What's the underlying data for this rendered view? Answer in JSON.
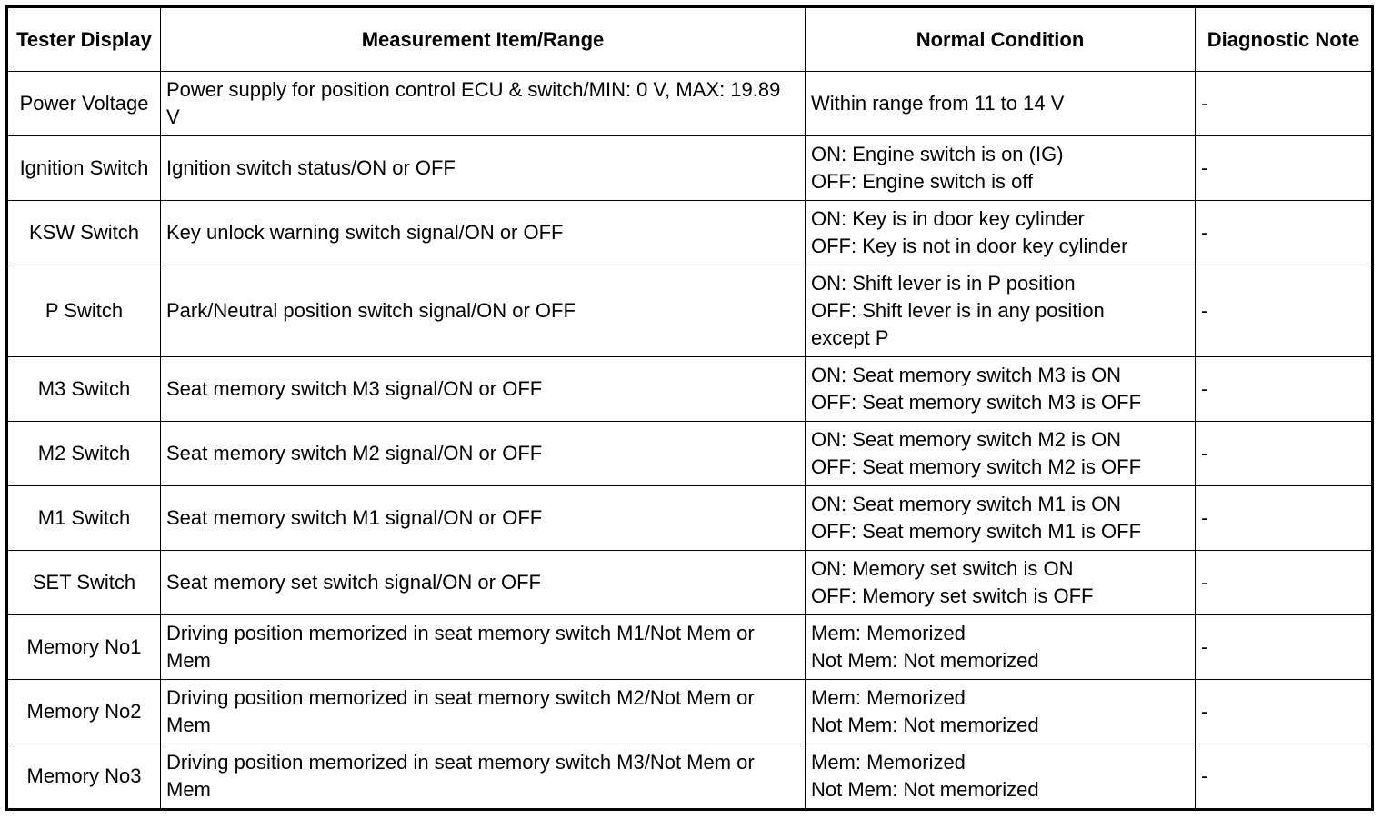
{
  "table": {
    "headers": {
      "tester_display": "Tester Display",
      "measurement": "Measurement Item/Range",
      "normal_condition": "Normal Condition",
      "diagnostic_note": "Diagnostic Note"
    },
    "rows": [
      {
        "display": "Power Voltage",
        "measurement": "Power supply for position control ECU & switch/MIN: 0 V, MAX: 19.89 V",
        "condition": [
          "Within range from 11 to 14 V"
        ],
        "note": "-"
      },
      {
        "display": "Ignition Switch",
        "measurement": "Ignition switch status/ON or OFF",
        "condition": [
          "ON: Engine switch is on (IG)",
          "OFF: Engine switch is off"
        ],
        "note": "-"
      },
      {
        "display": "KSW Switch",
        "measurement": "Key unlock warning switch signal/ON or OFF",
        "condition": [
          "ON: Key is in door key cylinder",
          "OFF: Key is not in door key cylinder"
        ],
        "note": "-"
      },
      {
        "display": "P Switch",
        "measurement": "Park/Neutral position switch signal/ON or OFF",
        "condition": [
          "ON: Shift lever is in P position",
          "OFF: Shift lever is in any position",
          "except P"
        ],
        "note": "-"
      },
      {
        "display": "M3 Switch",
        "measurement": "Seat memory switch M3 signal/ON or OFF",
        "condition": [
          "ON: Seat memory switch M3 is ON",
          "OFF: Seat memory switch M3 is OFF"
        ],
        "note": "-"
      },
      {
        "display": "M2 Switch",
        "measurement": "Seat memory switch M2 signal/ON or OFF",
        "condition": [
          "ON: Seat memory switch M2 is ON",
          "OFF: Seat memory switch M2 is OFF"
        ],
        "note": "-"
      },
      {
        "display": "M1 Switch",
        "measurement": "Seat memory switch M1 signal/ON or OFF",
        "condition": [
          "ON: Seat memory switch M1 is ON",
          "OFF: Seat memory switch M1 is OFF"
        ],
        "note": "-"
      },
      {
        "display": "SET Switch",
        "measurement": "Seat memory set switch signal/ON or OFF",
        "condition": [
          "ON: Memory set switch is ON",
          "OFF: Memory set switch is OFF"
        ],
        "note": "-"
      },
      {
        "display": "Memory No1",
        "measurement": "Driving position memorized in seat memory switch M1/Not Mem or Mem",
        "condition": [
          "Mem: Memorized",
          "Not Mem: Not memorized"
        ],
        "note": "-"
      },
      {
        "display": "Memory No2",
        "measurement": "Driving position memorized in seat memory switch M2/Not Mem or Mem",
        "condition": [
          "Mem: Memorized",
          "Not Mem: Not memorized"
        ],
        "note": "-"
      },
      {
        "display": "Memory No3",
        "measurement": "Driving position memorized in seat memory switch M3/Not Mem or Mem",
        "condition": [
          "Mem: Memorized",
          "Not Mem: Not memorized"
        ],
        "note": "-"
      }
    ]
  }
}
